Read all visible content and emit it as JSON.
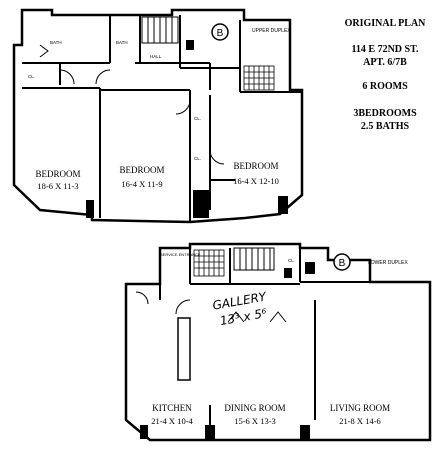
{
  "listing": {
    "title": "ORIGINAL PLAN",
    "address": "114 E 72ND ST.",
    "apartment": "APT. 6/7B",
    "rooms": "6 ROOMS",
    "bedrooms": "3BEDROOMS",
    "baths": "2.5 BATHS"
  },
  "upper_floor": {
    "marker": "B",
    "tag": "UPPER DUPLEX",
    "small_labels": {
      "bath_left": "BATH",
      "bath_mid": "BATH",
      "hall": "HALL",
      "closet": "CL."
    },
    "rooms": [
      {
        "name": "BEDROOM",
        "size": "18-6 X 11-3"
      },
      {
        "name": "BEDROOM",
        "size": "16-4 X 11-9"
      },
      {
        "name": "BEDROOM",
        "size": "16-4 X 12-10"
      }
    ]
  },
  "lower_floor": {
    "marker": "B",
    "tag": "LOWER DUPLEX",
    "small_labels": {
      "service_entrance": "SERVICE ENTRANCE",
      "closet": "CL."
    },
    "gallery": {
      "name": "GALLERY",
      "size": "13³ x 5⁶"
    },
    "rooms": [
      {
        "name": "KITCHEN",
        "size": "21-4 X 10-4"
      },
      {
        "name": "DINING ROOM",
        "size": "15-6 X 13-3"
      },
      {
        "name": "LIVING ROOM",
        "size": "21-8 X 14-6"
      }
    ]
  }
}
